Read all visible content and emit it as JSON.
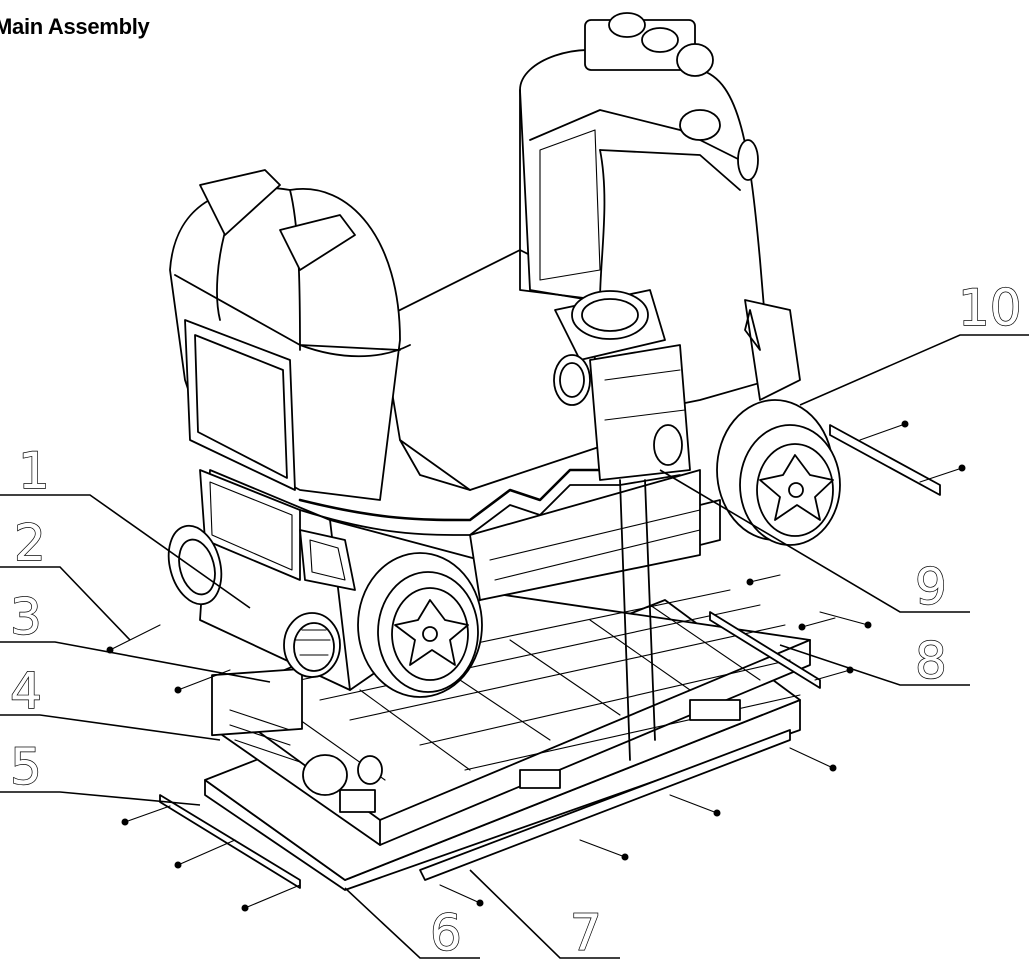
{
  "title": "Main Assembly",
  "callouts": [
    {
      "id": "1",
      "label": "1"
    },
    {
      "id": "2",
      "label": "2"
    },
    {
      "id": "3",
      "label": "3"
    },
    {
      "id": "4",
      "label": "4"
    },
    {
      "id": "5",
      "label": "5"
    },
    {
      "id": "6",
      "label": "6"
    },
    {
      "id": "7",
      "label": "7"
    },
    {
      "id": "8",
      "label": "8"
    },
    {
      "id": "9",
      "label": "9"
    },
    {
      "id": "10",
      "label": "10"
    }
  ]
}
